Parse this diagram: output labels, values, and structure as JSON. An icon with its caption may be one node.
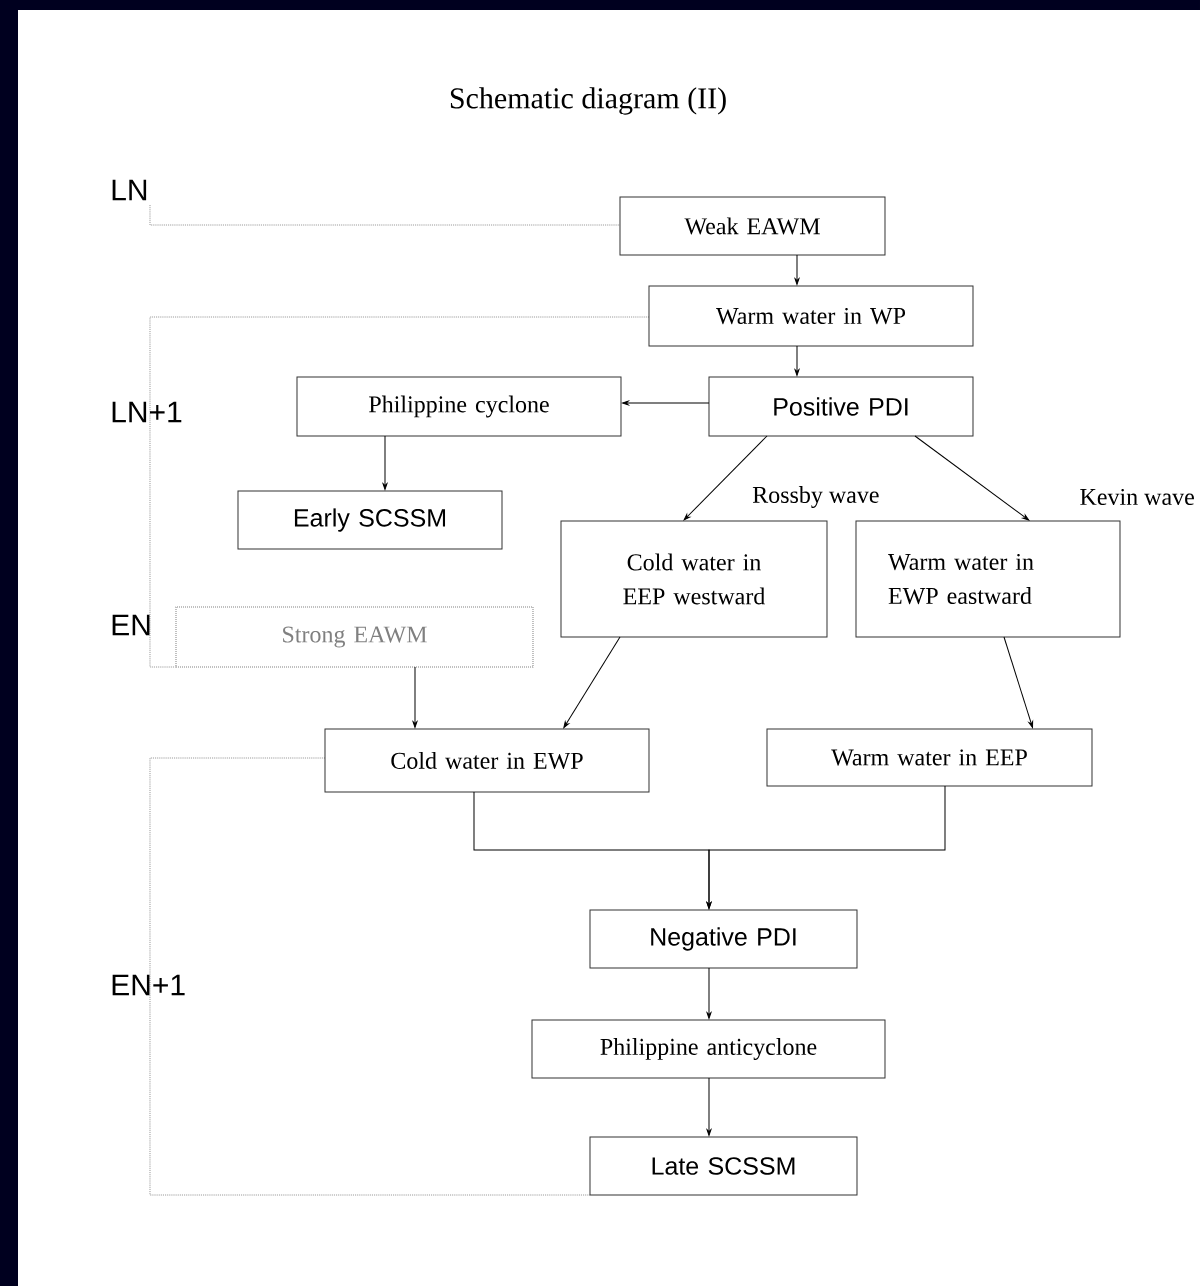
{
  "diagram": {
    "title": "Schematic diagram (II)",
    "nodes": [
      {
        "text": [
          "Weak  EAWM"
        ]
      },
      {
        "text": [
          "Warm water in WP"
        ]
      },
      {
        "text": [
          "Positive PDI"
        ]
      },
      {
        "text": [
          "Philippine cyclone"
        ]
      },
      {
        "text": [
          "Early SCSSM"
        ]
      },
      {
        "text": [
          "Cold water in EEP westward"
        ]
      },
      {
        "text": [
          "Warm water in EWP eastward"
        ]
      },
      {
        "text": [
          "Strong EAWM"
        ]
      },
      {
        "text": [
          "Cold water in EWP"
        ]
      },
      {
        "text": [
          "Warm water in EEP"
        ]
      },
      {
        "text": [
          "Negative PDI"
        ]
      },
      {
        "text": [
          "Philippine anticyclone"
        ]
      },
      {
        "text": [
          "Late SCSSM"
        ]
      }
    ],
    "edges": [
      {
        "from": 0,
        "to": 1,
        "arrow": "to"
      },
      {
        "from": 1,
        "to": 2,
        "arrow": "to"
      },
      {
        "from": 2,
        "to": 3,
        "arrow": "to"
      },
      {
        "from": 3,
        "to": 4,
        "arrow": "to"
      },
      {
        "from": 2,
        "to": 5,
        "arrow": "to"
      },
      {
        "from": 2,
        "to": 6,
        "arrow": "to"
      },
      {
        "from": 7,
        "to": 8,
        "arrow": "to"
      },
      {
        "from": 5,
        "to": 8,
        "arrow": "to"
      },
      {
        "from": 6,
        "to": 9,
        "arrow": "to"
      },
      {
        "from": 8,
        "to": 10,
        "arrow": "to"
      },
      {
        "from": 9,
        "to": 10,
        "arrow": "to"
      },
      {
        "from": 10,
        "to": 11,
        "arrow": "to"
      },
      {
        "from": 11,
        "to": 12,
        "arrow": "to"
      }
    ],
    "labels": [
      "LN",
      "LN+1",
      "Rossby wave",
      "Kevin wave",
      "EN",
      "EN+1"
    ]
  }
}
